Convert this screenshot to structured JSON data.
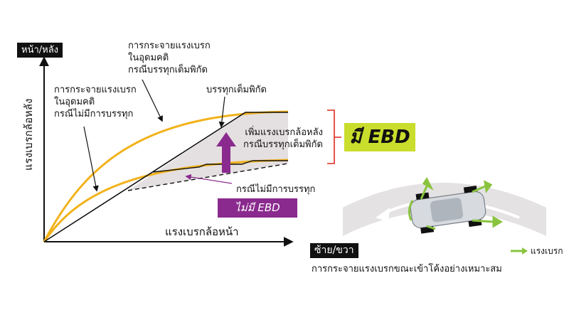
{
  "axes": {
    "y_tag": "หน้า/หลัง",
    "y_label": "แรงเบรกล้อหลัง",
    "x_label": "แรงเบรกล้อหน้า"
  },
  "annotations": {
    "ideal_full_load": [
      "การกระจายแรงเบรก",
      "ในอุดมคติ",
      "กรณีบรรทุกเต็มพิกัด"
    ],
    "ideal_no_load": [
      "การกระจายแรงเบรก",
      "ในอุดมคติ",
      "กรณีไม่มีการบรรทุก"
    ],
    "full_load": "บรรทุกเต็มพิกัด",
    "increase_rear": [
      "เพิ่มแรงเบรกล้อหลัง",
      "กรณีบรรทุกเต็มพิกัด"
    ],
    "no_load": "กรณีไม่มีการบรรทุก"
  },
  "badges": {
    "with_ebd": "มี EBD",
    "without_ebd": "ไม่มี EBD"
  },
  "cornering": {
    "tag": "ซ้าย/ขวา",
    "caption": "การกระจายแรงเบรกขณะเข้าโค้งอย่างเหมาะสม",
    "legend": "แรงเบรก"
  },
  "colors": {
    "ideal_curve": "#f2b21a",
    "with_ebd": "#c9dd2c",
    "without_ebd": "#8a2a8e",
    "arrow": "#8ac43f"
  }
}
